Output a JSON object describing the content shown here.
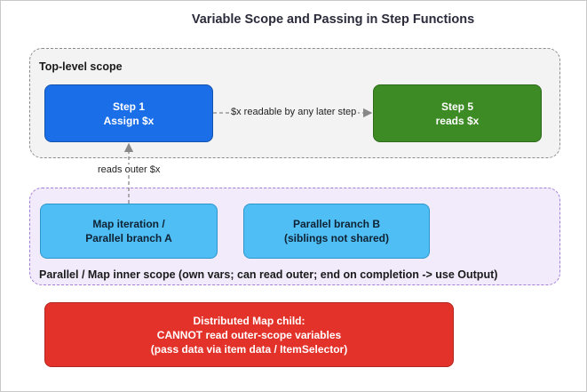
{
  "title": "Variable Scope and Passing in Step Functions",
  "scopes": {
    "top_level": {
      "label": "Top-level scope"
    },
    "inner": {
      "label": "Parallel / Map inner scope (own vars; can read outer; end on completion -> use Output)"
    }
  },
  "nodes": {
    "step1": {
      "line1": "Step 1",
      "line2": "Assign $x",
      "color": "#1a6ee8"
    },
    "step5": {
      "line1": "Step 5",
      "line2": "reads $x",
      "color": "#3d8b25"
    },
    "map_branch_a": {
      "line1": "Map iteration /",
      "line2": "Parallel branch A",
      "color": "#4fbef5"
    },
    "branch_b": {
      "line1": "Parallel branch B",
      "line2": "(siblings not shared)",
      "color": "#4fbef5"
    },
    "distributed_map": {
      "line1": "Distributed Map child:",
      "line2": "CANNOT read outer-scope variables",
      "line3": "(pass data via item data / ItemSelector)",
      "color": "#e3322a"
    }
  },
  "edges": {
    "step1_to_step5": {
      "label": "$x readable by any later step"
    },
    "mapA_to_step1": {
      "label": "reads outer $x"
    }
  }
}
